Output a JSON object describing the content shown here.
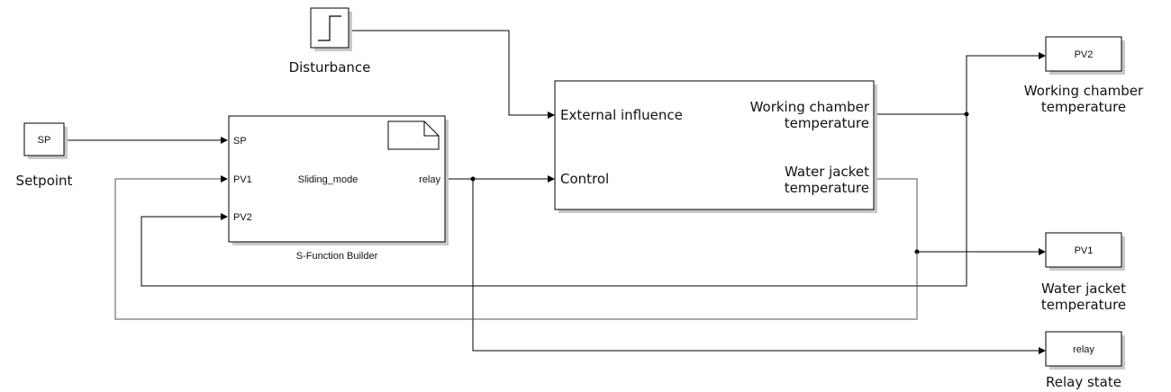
{
  "blocks": {
    "sp_block": {
      "text": "SP",
      "caption": "Setpoint"
    },
    "disturbance": {
      "caption": "Disturbance"
    },
    "sfunc": {
      "inputs": [
        "SP",
        "PV1",
        "PV2"
      ],
      "function_name": "Sliding_mode",
      "output": "relay",
      "caption": "S-Function Builder"
    },
    "plant": {
      "inputs": [
        "External influence",
        "Control"
      ],
      "outputs": [
        [
          "Working chamber",
          "temperature"
        ],
        [
          "Water jacket",
          "temperature"
        ]
      ]
    },
    "scope_pv2": {
      "text": "PV2",
      "caption": [
        "Working chamber",
        "temperature"
      ]
    },
    "scope_pv1": {
      "text": "PV1",
      "caption": [
        "Water jacket",
        "temperature"
      ]
    },
    "scope_relay": {
      "text": "relay",
      "caption": [
        "Relay state"
      ]
    }
  }
}
